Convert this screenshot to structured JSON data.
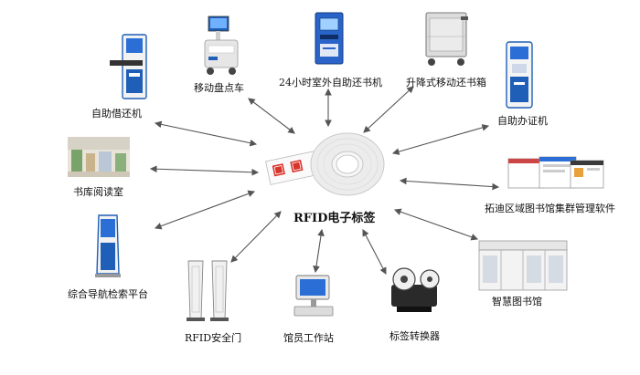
{
  "center": {
    "label": "RFID电子标签"
  },
  "nodes": [
    {
      "key": "inventory_cart",
      "label": "移动盘点车",
      "icon": "inventory-cart-icon"
    },
    {
      "key": "return_machine_24h",
      "label": "24小时室外自助还书机",
      "icon": "outdoor-return-machine-icon"
    },
    {
      "key": "lifting_return_box",
      "label": "升降式移动还书箱",
      "icon": "return-box-icon"
    },
    {
      "key": "self_borrow_return",
      "label": "自助借还机",
      "icon": "self-service-kiosk-icon"
    },
    {
      "key": "card_issuing",
      "label": "自助办证机",
      "icon": "card-issuing-kiosk-icon"
    },
    {
      "key": "reading_room",
      "label": "书库阅读室",
      "icon": "reading-room-photo-icon"
    },
    {
      "key": "cluster_software",
      "label": "拓迪区域图书馆集群管理软件",
      "icon": "software-screens-icon"
    },
    {
      "key": "navigation_platform",
      "label": "综合导航检索平台",
      "icon": "navigation-kiosk-icon"
    },
    {
      "key": "smart_library",
      "label": "智慧图书馆",
      "icon": "smart-library-booth-icon"
    },
    {
      "key": "security_gate",
      "label": "RFID安全门",
      "icon": "security-gate-icon"
    },
    {
      "key": "staff_workstation",
      "label": "馆员工作站",
      "icon": "staff-workstation-icon"
    },
    {
      "key": "tag_converter",
      "label": "标签转换器",
      "icon": "tag-converter-icon"
    }
  ],
  "colors": {
    "arrow": "#555555",
    "kiosk_blue": "#1f5fb8",
    "screen": "#2b6fd6"
  }
}
